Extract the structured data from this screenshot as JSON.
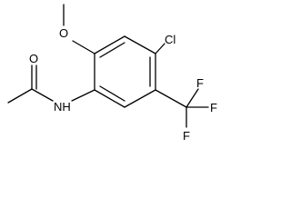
{
  "molecule": {
    "atoms": {
      "carbonyl_oxygen": "O",
      "amide_nitrogen": "NH",
      "methoxy_oxygen": "O",
      "chlorine": "Cl",
      "fluorine_top": "F",
      "fluorine_right": "F",
      "fluorine_bottom": "F"
    }
  }
}
